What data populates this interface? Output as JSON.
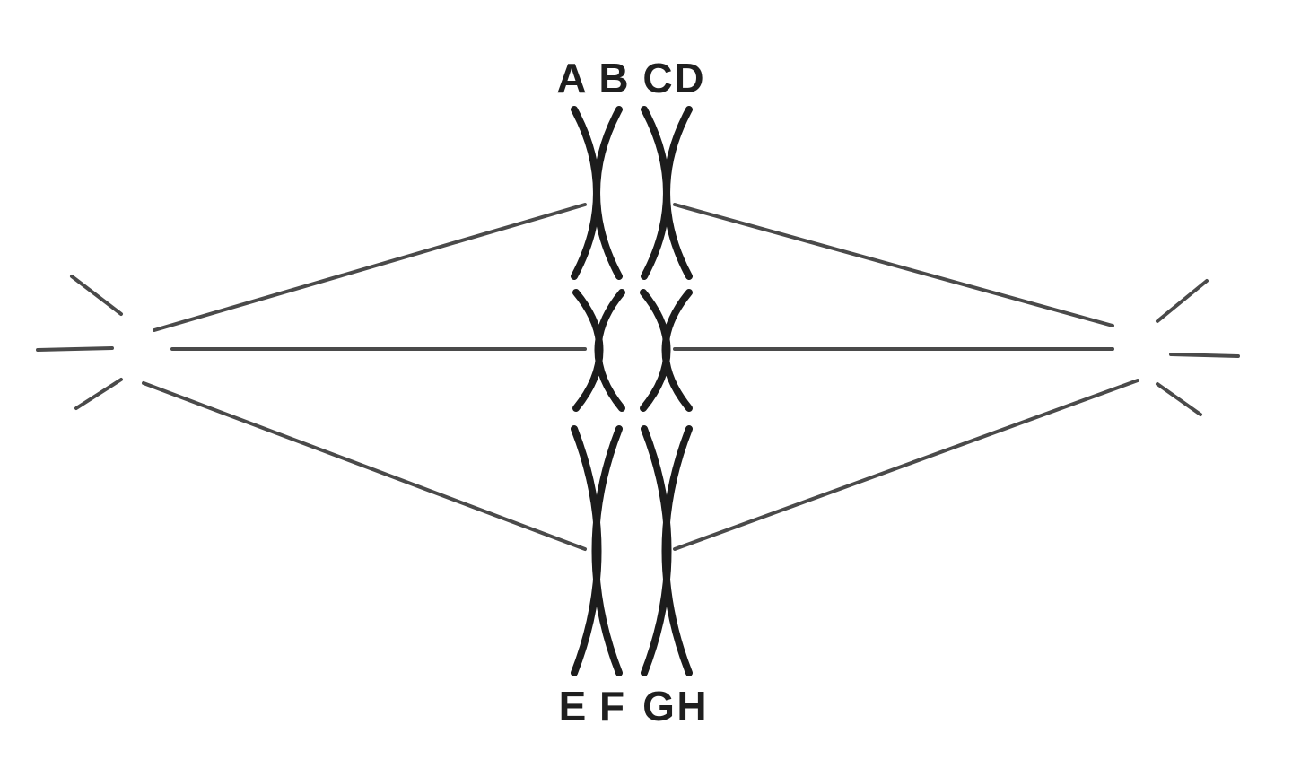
{
  "labels": {
    "top": [
      "A",
      "B",
      "C",
      "D"
    ],
    "bottom": [
      "E",
      "F",
      "G",
      "H"
    ]
  },
  "colors": {
    "background": "#ffffff",
    "chromatid": "#1c1c1c",
    "spindle_fiber": "#4a4a4a",
    "label": "#1f1f1f"
  }
}
